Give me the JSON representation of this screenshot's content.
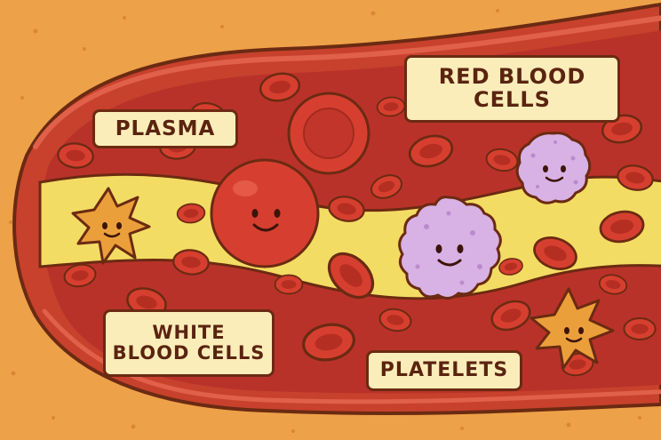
{
  "labels": {
    "plasma": "PLASMA",
    "red_blood_cells_line1": "RED BLOOD",
    "red_blood_cells_line2": "CELLS",
    "white_blood_cells_line1": "WHITE",
    "white_blood_cells_line2": "BLOOD CELLS",
    "platelets": "PLATELETS"
  },
  "colors": {
    "background": "#eda148",
    "vessel_wall": "#c8412d",
    "vessel_inner": "#b9322a",
    "plasma": "#f3dc63",
    "red_cell": "#d63f2f",
    "white_cell": "#d8b2e4",
    "platelet": "#eb9f3a",
    "outline": "#6b2a12",
    "label_fill": "#fbedb9"
  }
}
